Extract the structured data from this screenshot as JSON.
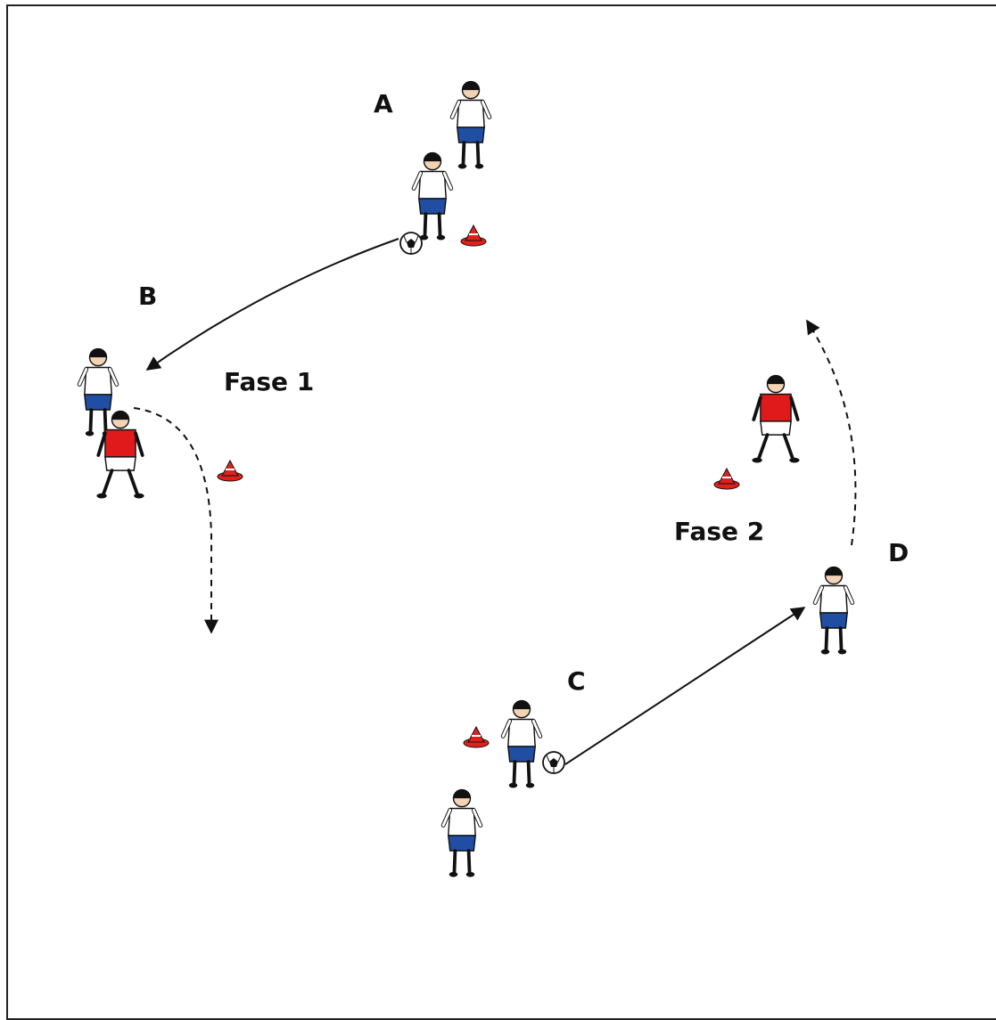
{
  "labels": {
    "player_a": "A",
    "player_b": "B",
    "player_c": "C",
    "player_d": "D",
    "phase_1": "Fase 1",
    "phase_2": "Fase 2"
  },
  "colors": {
    "attacker_shirt": "#ffffff",
    "attacker_shorts": "#1f4ea3",
    "defender_shirt": "#e01a1a",
    "defender_shorts": "#ffffff",
    "cone": "#e0201c",
    "line": "#111111"
  },
  "icons": {
    "cone": "training-cone-icon",
    "ball": "soccer-ball-icon"
  }
}
